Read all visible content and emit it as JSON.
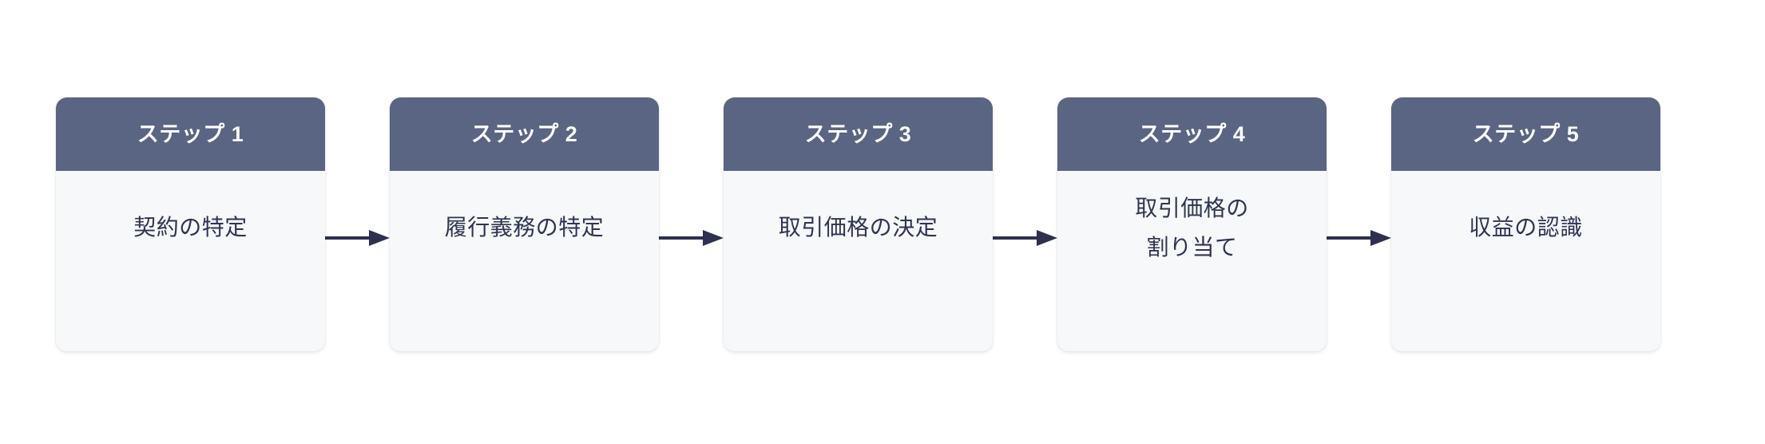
{
  "diagram": {
    "type": "horizontal-process-flow",
    "title_visible": false,
    "background_color": "#ffffff",
    "header_color": "#5a6483",
    "header_text_color": "#ffffff",
    "card_body_color": "#f7f8fa",
    "body_text_color": "#2f3453",
    "arrow_color": "#2e3050",
    "step_count": 5
  },
  "steps": [
    {
      "header": "ステップ 1",
      "label": "契約の特定",
      "lines": 1
    },
    {
      "header": "ステップ 2",
      "label": "履行義務の特定",
      "lines": 1
    },
    {
      "header": "ステップ 3",
      "label": "取引価格の決定",
      "lines": 1
    },
    {
      "header": "ステップ 4",
      "label": "取引価格の\n割り当て",
      "lines": 2
    },
    {
      "header": "ステップ 5",
      "label": "収益の認識",
      "lines": 1
    }
  ],
  "connectors": [
    {
      "icon": "arrow-right-icon",
      "from": "ステップ 1",
      "to": "ステップ 2"
    },
    {
      "icon": "arrow-right-icon",
      "from": "ステップ 2",
      "to": "ステップ 3"
    },
    {
      "icon": "arrow-right-icon",
      "from": "ステップ 3",
      "to": "ステップ 4"
    },
    {
      "icon": "arrow-right-icon",
      "from": "ステップ 4",
      "to": "ステップ 5"
    }
  ]
}
